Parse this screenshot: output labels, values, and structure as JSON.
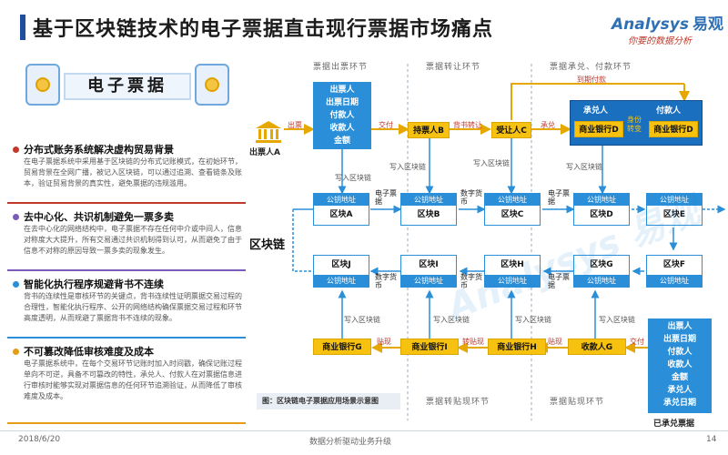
{
  "header": {
    "title": "基于区块链技术的电子票据直击现行票据市场痛点",
    "logo_en": "Analysys",
    "logo_cn": "易观",
    "logo_sub": "你要的数据分析"
  },
  "left": {
    "title": "电子票据",
    "features": [
      {
        "head": "分布式账务系统解决虚构贸易背景",
        "body": "在电子票据系统中采用基于区块链的分布式记账模式，在初始环节，贸易背景在全网广播，被记入区块链，可以通过追溯、查看链条及账本，验证贸易背景的真实性，避免票据的违规滥用。"
      },
      {
        "head": "去中心化、共识机制避免一票多卖",
        "body": "在去中心化的网络结构中，电子票据不存在任何中介或中间人，信息对称度大大提升，所有交易通过共识机制得到认可，从而避免了由于信息不对称的原因导致一票多卖的现象发生。"
      },
      {
        "head": "智能化执行程序规避背书不连续",
        "body": "背书的连续性是审核环节的关键点，背书连续性证明票据交易过程的合理性，智能化执行程序、公开的网络结构确保票据交易过程和环节高度透明，从而规避了票据背书不连续的现象。"
      },
      {
        "head": "不可篡改降低审核难度及成本",
        "body": "电子票据系统中，在每个交易环节记账时加入时间戳，确保记账过程单向不可逆，具备不可篡改的特性，承兑人、付款人在对票据信息进行审核时能够实现对票据信息的任何环节追溯验证，从而降低了审核难度及成本。"
      }
    ],
    "colors": [
      "#c0392b",
      "#7b5cb8",
      "#2a8fd8",
      "#e59c17"
    ]
  },
  "diagram": {
    "stages_top": [
      "票据出票环节",
      "票据转让环节",
      "票据承兑、付款环节"
    ],
    "stages_bottom": [
      "票据转贴现环节",
      "票据贴现环节"
    ],
    "issuer": "出票人A",
    "info_top": [
      "出票人",
      "出票日期",
      "付款人",
      "收款人",
      "金额"
    ],
    "holder": "持票人B",
    "acceptor": "受让人C",
    "acceptance_block": {
      "left_title": "承兑人",
      "right_title": "付款人",
      "left_bank": "商业银行D",
      "right_bank": "商业银行D",
      "mid": "身份转变"
    },
    "chain_label": "区块链",
    "row1": [
      "区块A",
      "区块B",
      "区块C",
      "区块D",
      "区块E"
    ],
    "row2": [
      "区块J",
      "区块I",
      "区块H",
      "区块G",
      "区块F"
    ],
    "addr": "公钥地址",
    "row1_links": [
      "电子票据",
      "数字货币",
      "电子票据"
    ],
    "row2_links": [
      "数字货币",
      "数字货币",
      "电子票据"
    ],
    "write_chain": "写入区块链",
    "bottom_banks": [
      "商业银行G",
      "商业银行I",
      "商业银行H",
      "收款人G"
    ],
    "bottom_links": [
      "贴现",
      "转贴现",
      "贴现",
      "交付"
    ],
    "top_links": [
      "出票",
      "交付",
      "背书转让",
      "承兑",
      "到期付款"
    ],
    "info_bottom": [
      "出票人",
      "出票日期",
      "付款人",
      "收款人",
      "金额",
      "承兑人",
      "承兑日期"
    ],
    "info_bottom_label": "已承兑票据",
    "caption": "图：区块链电子票据应用场景示意图",
    "watermark": "Analysys 易观"
  },
  "footer": {
    "date": "2018/6/20",
    "center": "数据分析驱动业务升级",
    "page": "14"
  }
}
